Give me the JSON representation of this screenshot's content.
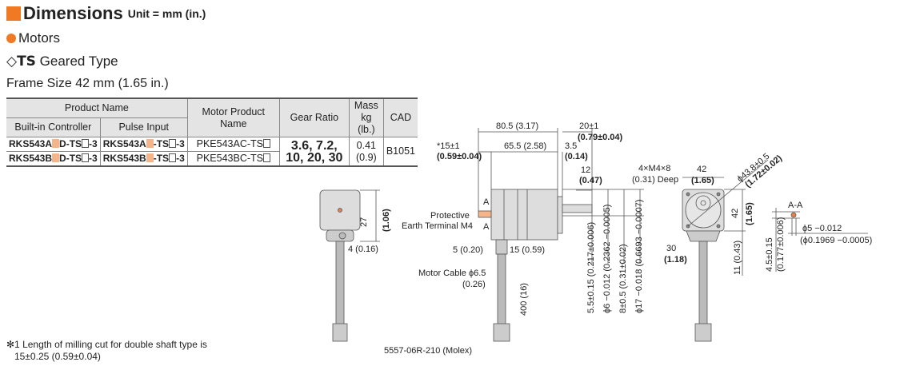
{
  "title": "Dimensions",
  "unit": "Unit = mm (in.)",
  "section": "Motors",
  "type_prefix": "◇TS",
  "type_label": "Geared Type",
  "frame": "Frame Size 42 mm (1.65 in.)",
  "table": {
    "headers": {
      "product_name": "Product Name",
      "built_in": "Built-in Controller",
      "pulse": "Pulse Input",
      "motor": "Motor Product Name",
      "gear": "Gear Ratio",
      "mass": "Mass kg (lb.)",
      "cad": "CAD"
    },
    "rows": [
      {
        "bi_a": "RKS543A",
        "bi_b": "D-TS",
        "bi_c": "-3",
        "pi_a": "RKS543A",
        "pi_b": "-TS",
        "pi_c": "-3",
        "motor": "PKE543AC-TS"
      },
      {
        "bi_a": "RKS543B",
        "bi_b": "D-TS",
        "bi_c": "-3",
        "pi_a": "RKS543B",
        "pi_b": "-TS",
        "pi_c": "-3",
        "motor": "PKE543BC-TS"
      }
    ],
    "gear": "3.6, 7.2, 10, 20, 30",
    "mass": "0.41",
    "mass_lb": "(0.9)",
    "cad": "B1051"
  },
  "dims": {
    "d80": "80.5 (3.17)",
    "d65": "65.5 (2.58)",
    "d15": "*15±1",
    "d15i": "(0.59±0.04)",
    "d20": "20±1",
    "d20i": "(0.79±0.04)",
    "d35": "3.5",
    "d35i": "(0.14)",
    "d12": "12",
    "d12i": "(0.47)",
    "a": "A",
    "prot1": "Protective",
    "prot2": "Earth Terminal M4",
    "d5": "5 (0.20)",
    "d15b": "15 (0.59)",
    "cable": "Motor Cable ϕ6.5",
    "cablei": "(0.26)",
    "d400": "400 (16)",
    "molex": "5557-06R-210 (Molex)",
    "d27": "27",
    "d27i": "(1.06)",
    "d4": "4 (0.16)",
    "v55": "5.5±0.15 (0.217±0.006)",
    "v6": "ϕ6 −0.012 (0.2362 −0.0005)",
    "v8": "8±0.5 (0.31±0.02)",
    "v17": "ϕ17 −0.018 (0.6693 −0.0007)",
    "m4": "4×M4×8",
    "m4i": "(0.31) Deep",
    "d42": "42",
    "d42i": "(1.65)",
    "d438": "ϕ43.8±0.5",
    "d438i": "(1.72±0.02)",
    "v42": "42",
    "v42i": "(1.65)",
    "d30": "30",
    "d30i": "(1.18)",
    "v11": "11 (0.43)",
    "aa": "A-A",
    "phi5": "ϕ5 −0.012",
    "phi5i": "(ϕ0.1969 −0.0005)",
    "v45": "4.5±0.15",
    "v45i": "(0.177±0.006)"
  },
  "note1": "✻1 Length of milling cut for double shaft type is",
  "note2": "15±0.25 (0.59±0.04)",
  "colors": {
    "accent": "#f07a24"
  }
}
